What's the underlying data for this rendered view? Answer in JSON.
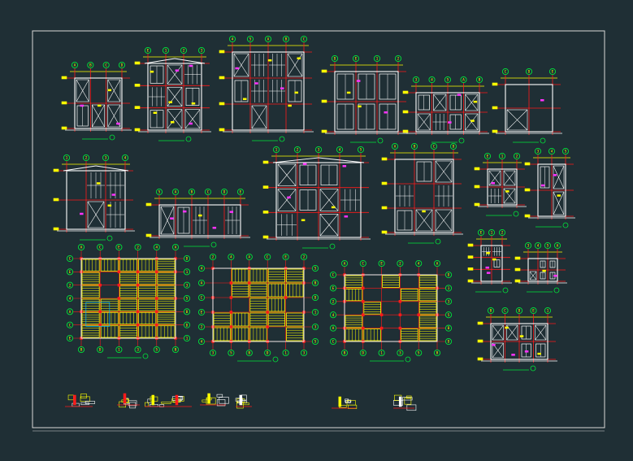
{
  "colors": {
    "background": "#1f2f35",
    "frame": "#d8d8d8",
    "structure": "#ffffff",
    "columns": "#ff1a1a",
    "annotations": "#ffff00",
    "grid_markers": "#00e63a",
    "highlights": "#ff33ff",
    "accent": "#00b4ff"
  },
  "sheet": {
    "view_labels": [
      "",
      "",
      "",
      "",
      "",
      "",
      "",
      "",
      "",
      "",
      "",
      "",
      "",
      "",
      "",
      "",
      "",
      "",
      "",
      "",
      ""
    ],
    "grid_marker_labels": [
      "A",
      "B",
      "C",
      "D",
      "E",
      "1",
      "2",
      "3",
      "4",
      "5"
    ]
  }
}
